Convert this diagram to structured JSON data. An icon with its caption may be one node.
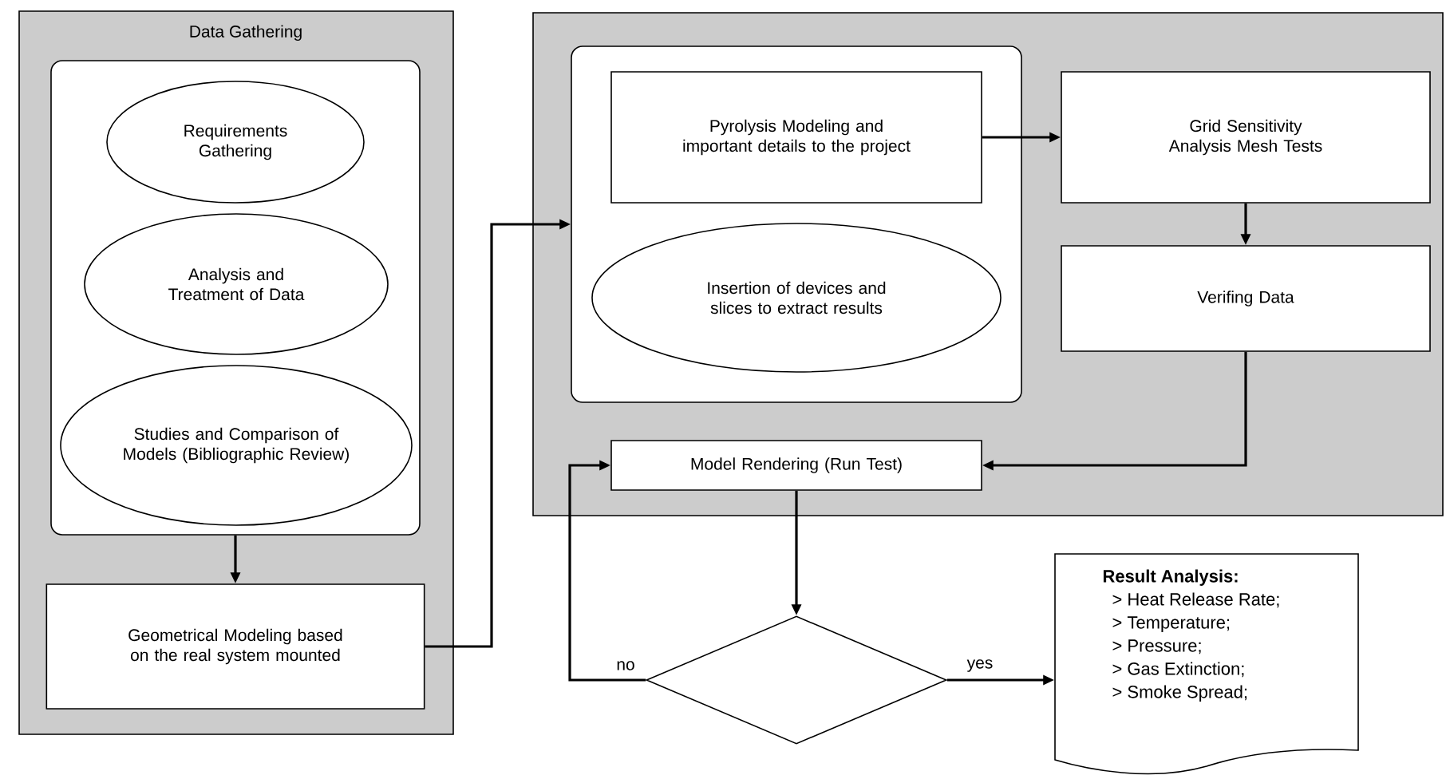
{
  "diagram": {
    "nodes": [
      {
        "text": [
          "Data Gathering"
        ]
      },
      {
        "text": [],
        "shape": "box",
        "in": 0
      },
      {
        "text": [
          "Requirements Gathering"
        ],
        "in": 1
      },
      {
        "text": [
          "Analysis and Treatment of Data"
        ],
        "in": 1
      },
      {
        "text": [
          "Studies and Comparison of Models (Bibliographic Review)"
        ],
        "in": 1
      },
      {
        "text": [
          "Geometrical Modeling based on the real system mounted"
        ],
        "in": 0
      },
      {
        "text": [],
        "shape": "box"
      },
      {
        "text": [],
        "shape": "box",
        "in": 6
      },
      {
        "text": [
          "Pyrolysis Modeling and important details to the project"
        ],
        "in": 7
      },
      {
        "text": [
          "Insertion of devices and slices to extract results"
        ],
        "in": 7
      },
      {
        "text": [
          "Grid Sensitivity Analysis Mesh Tests"
        ],
        "in": 6
      },
      {
        "text": [
          "Verifing Data"
        ],
        "in": 6
      },
      {
        "text": [
          "Model Rendering (Run Test)"
        ],
        "in": 6
      },
      {
        "text": [],
        "shape": "diamond"
      },
      {
        "text": [
          "Result Analysis:",
          "> Heat Release Rate;",
          "> Temperature;",
          "> Pressure;",
          "> Gas Extinction;",
          "> Smoke Spread;"
        ]
      }
    ],
    "edges": [
      {
        "from": 1,
        "to": 5,
        "arrow": "to"
      },
      {
        "from": 5,
        "to": 7,
        "arrow": "to"
      },
      {
        "from": 8,
        "to": 10,
        "arrow": "to"
      },
      {
        "from": 10,
        "to": 11,
        "arrow": "to"
      },
      {
        "from": 11,
        "to": 12,
        "arrow": "to"
      },
      {
        "from": 12,
        "to": 13,
        "arrow": "to"
      },
      {
        "from": 13,
        "to": 12,
        "arrow": "to",
        "label": "no"
      },
      {
        "from": 13,
        "to": 14,
        "arrow": "to",
        "label": "yes"
      }
    ]
  }
}
